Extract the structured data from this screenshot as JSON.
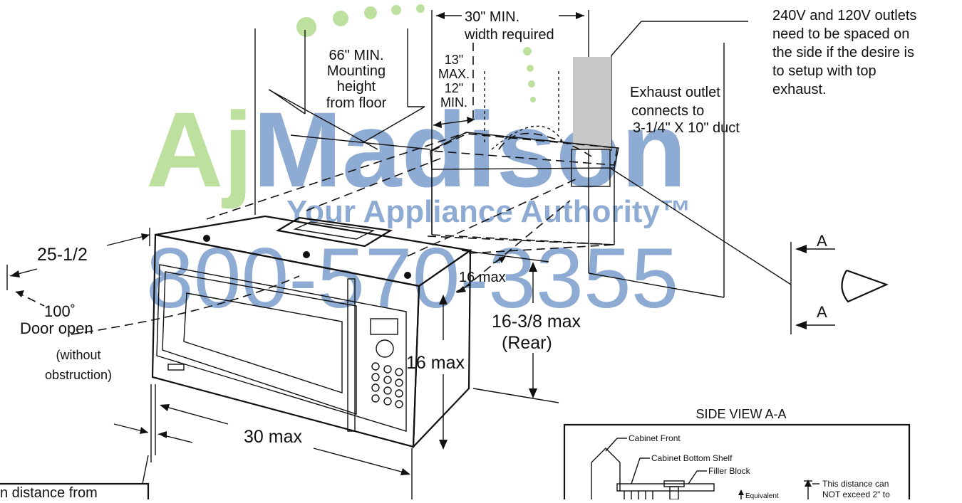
{
  "labels": {
    "width_required_line1": "30\" MIN.",
    "width_required_line2": "width required",
    "mount_line1": "66\" MIN.",
    "mount_line2": "Mounting",
    "mount_line3": "height",
    "mount_line4": "from floor",
    "gap_line1": "13\"",
    "gap_line2": "MAX.",
    "gap_line3": "12\"",
    "gap_line4": "MIN.",
    "outlets_line1": "240V and 120V outlets",
    "outlets_line2": "need to be spaced on",
    "outlets_line3": "the side if the desire is",
    "outlets_line4": "to setup with top",
    "outlets_line5": "exhaust.",
    "exhaust_line1": "Exhaust outlet",
    "exhaust_line2": "connects to",
    "exhaust_line3": "3-1/4\" X 10\" duct",
    "depth": "25-1/2",
    "angle": "100˚",
    "door_line1": "Door open",
    "door_line2": "(without",
    "door_line3": "obstruction)",
    "sixteen_top": "16 max",
    "rear_line1": "16-3/8 max",
    "rear_line2": "(Rear)",
    "height": "16 max",
    "width": "30 max",
    "section_a_top": "A",
    "section_a_bottom": "A",
    "side_view_title": "SIDE VIEW A-A",
    "cabinet_front": "Cabinet Front",
    "cabinet_bottom_shelf": "Cabinet Bottom Shelf",
    "filler_block": "Filler Block",
    "distance_note_line1": "This distance can",
    "distance_note_line2": "NOT exceed 2\" to",
    "equivalent": "Equivalent",
    "bottom_note": "n distance from"
  },
  "watermark": {
    "brand": "AjMadison",
    "tagline": "Your Appliance Authority™",
    "phone": "800-570-3355",
    "colors": {
      "green": "#7fc241",
      "blue": "#1f5aa8"
    }
  }
}
